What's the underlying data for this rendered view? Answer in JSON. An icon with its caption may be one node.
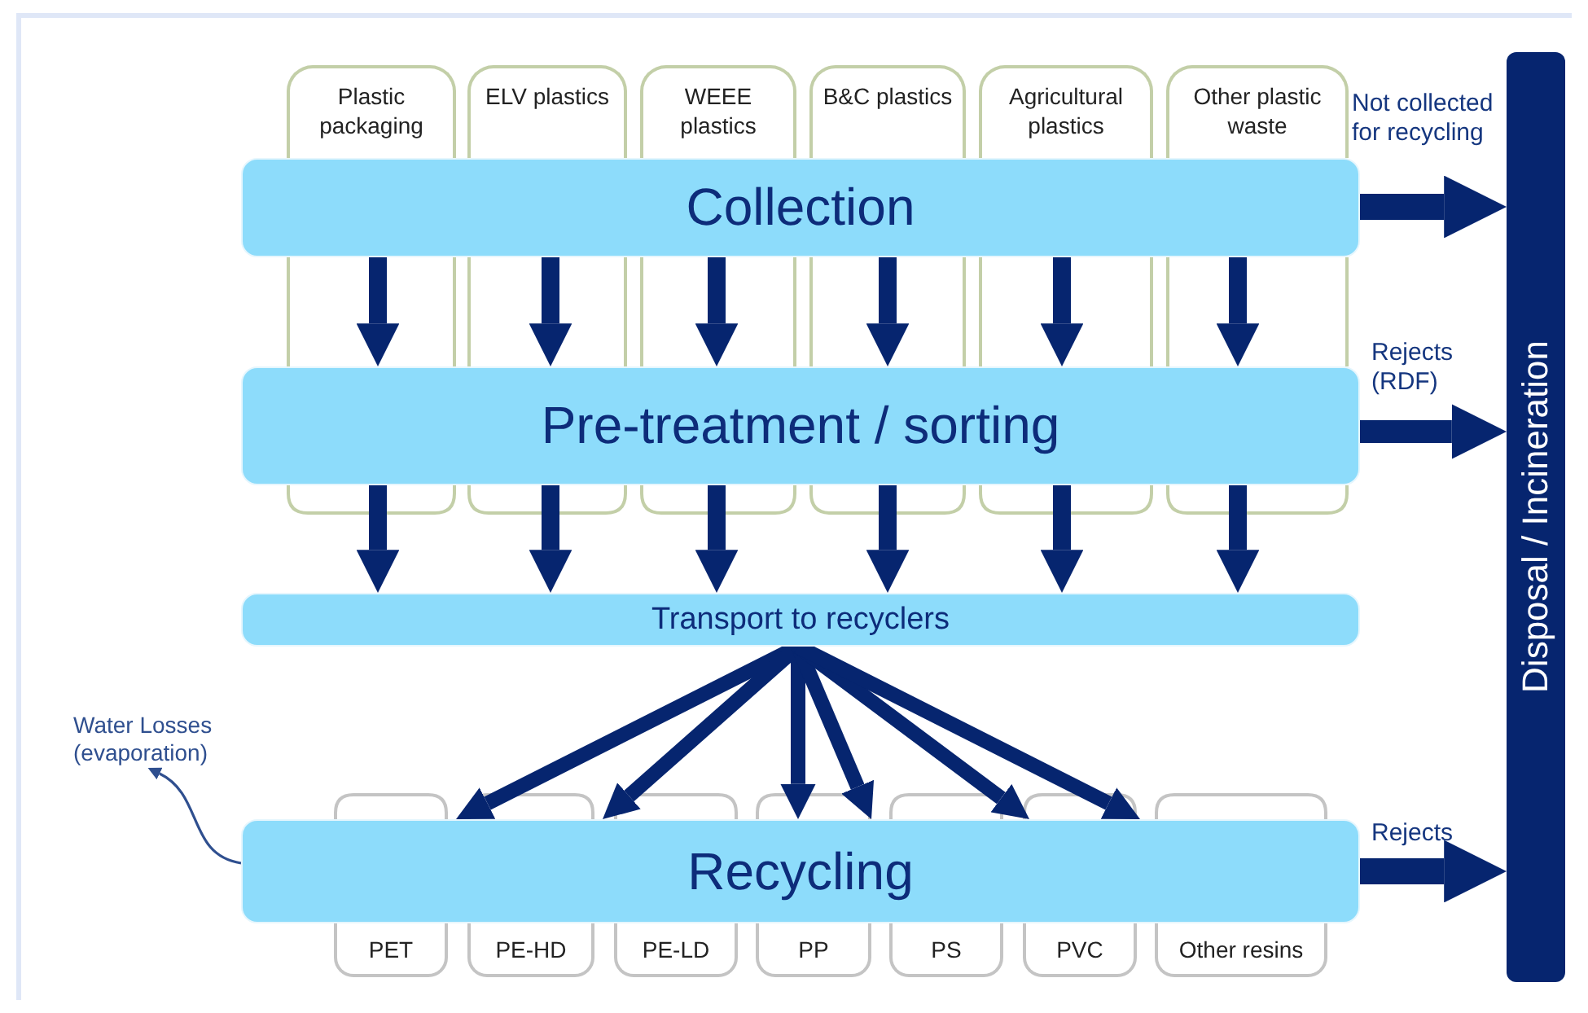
{
  "diagram": {
    "nodes": [
      {
        "text": [
          "Plastic packaging"
        ]
      },
      {
        "text": [
          "ELV plastics"
        ]
      },
      {
        "text": [
          "WEEE plastics"
        ]
      },
      {
        "text": [
          "B&C plastics"
        ]
      },
      {
        "text": [
          "Agricultural plastics"
        ]
      },
      {
        "text": [
          "Other plastic waste"
        ]
      },
      {
        "text": [
          "Collection"
        ]
      },
      {
        "text": [
          "Pre-treatment / sorting"
        ]
      },
      {
        "text": [
          "Transport to recyclers"
        ]
      },
      {
        "text": [
          "Recycling"
        ]
      },
      {
        "text": [
          "PET"
        ]
      },
      {
        "text": [
          "PE-HD"
        ]
      },
      {
        "text": [
          "PE-LD"
        ]
      },
      {
        "text": [
          "PP"
        ]
      },
      {
        "text": [
          "PS"
        ]
      },
      {
        "text": [
          "PVC"
        ]
      },
      {
        "text": [
          "Other resins"
        ]
      },
      {
        "text": [
          "Disposal / Incineration"
        ]
      },
      {
        "text": [
          "Water Losses (evaporation)"
        ]
      }
    ],
    "edges": [
      {
        "from": 6,
        "to": 7,
        "arrow": "to"
      },
      {
        "from": 6,
        "to": 7,
        "arrow": "to"
      },
      {
        "from": 6,
        "to": 7,
        "arrow": "to"
      },
      {
        "from": 6,
        "to": 7,
        "arrow": "to"
      },
      {
        "from": 6,
        "to": 7,
        "arrow": "to"
      },
      {
        "from": 6,
        "to": 7,
        "arrow": "to"
      },
      {
        "from": 7,
        "to": 8,
        "arrow": "to"
      },
      {
        "from": 7,
        "to": 8,
        "arrow": "to"
      },
      {
        "from": 7,
        "to": 8,
        "arrow": "to"
      },
      {
        "from": 7,
        "to": 8,
        "arrow": "to"
      },
      {
        "from": 7,
        "to": 8,
        "arrow": "to"
      },
      {
        "from": 7,
        "to": 8,
        "arrow": "to"
      },
      {
        "from": 8,
        "to": 9,
        "arrow": "to"
      },
      {
        "from": 8,
        "to": 9,
        "arrow": "to"
      },
      {
        "from": 8,
        "to": 9,
        "arrow": "to"
      },
      {
        "from": 8,
        "to": 9,
        "arrow": "to"
      },
      {
        "from": 8,
        "to": 9,
        "arrow": "to"
      },
      {
        "from": 8,
        "to": 9,
        "arrow": "to"
      },
      {
        "from": 6,
        "to": 17,
        "arrow": "to",
        "label": "Not collected for recycling"
      },
      {
        "from": 7,
        "to": 17,
        "arrow": "to",
        "label": "Rejects (RDF)"
      },
      {
        "from": 9,
        "to": 17,
        "arrow": "to",
        "label": "Rejects"
      },
      {
        "from": 9,
        "to": 18,
        "arrow": "to",
        "color": "#2f4f8f"
      }
    ]
  }
}
